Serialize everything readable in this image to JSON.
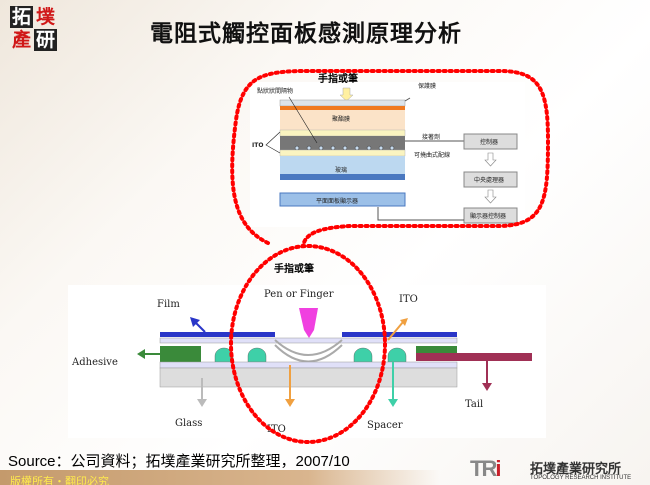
{
  "logo": {
    "chars": [
      "拓",
      "墣",
      "產",
      "研"
    ],
    "text": "拓墣產研"
  },
  "title": "電阻式觸控面板感測原理分析",
  "top_diagram": {
    "caption": "手指或筆",
    "labels": {
      "spacer_dots": "點狀狀間隔物",
      "protective": "保護膜",
      "polyester": "聚酯膜",
      "ito": "ITO",
      "adhesive": "接著劑",
      "flex": "可撓曲式配線",
      "glass": "玻璃",
      "display": "平面面板顯示器",
      "controller": "控制器",
      "cpu": "中央處理器",
      "display_controller": "顯示器控制器"
    }
  },
  "bottom_diagram": {
    "caption": "手指或筆",
    "labels": {
      "pen": "Pen or Finger",
      "film": "Film",
      "ito_top": "ITO",
      "adhesive": "Adhesive",
      "glass": "Glass",
      "ito_bottom": "ITO",
      "spacer": "Spacer",
      "tail": "Tail"
    }
  },
  "source": "Source：公司資料；拓墣產業研究所整理，2007/10",
  "footer": "版權所有・翻印必究",
  "brand": {
    "abbr_gray": "TR",
    "abbr_red": "i",
    "cn": "拓墣產業研究所",
    "en": "TOPOLOGY RESEARCH INSTITUTE"
  },
  "colors": {
    "highlight": "#ff0000",
    "film": "#2a36c8",
    "adhesive": "#3a8a3a",
    "spacer": "#3ed0a8",
    "tail": "#a03055",
    "pen": "#f040e0"
  }
}
